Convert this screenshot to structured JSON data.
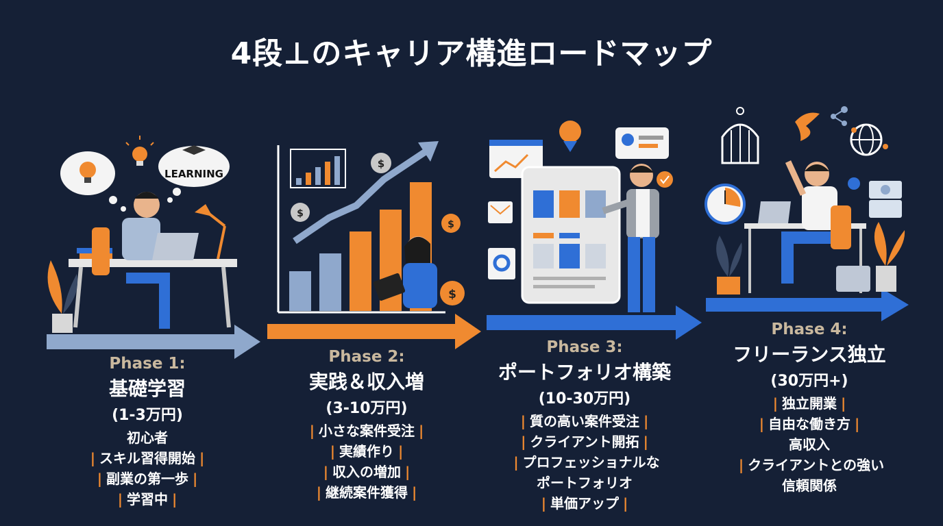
{
  "title": "4段⊥のキャリア構進ロードマップ",
  "bubble_text": "LEARNING",
  "colors": {
    "background": "#152036",
    "orange": "#f08a30",
    "blue": "#2f6fd6",
    "steel": "#8fa8cc",
    "label": "#c9b89e"
  },
  "phases": [
    {
      "label": "Phase 1:",
      "name": "基礎学習",
      "range": "(1-3万円)",
      "items": [
        "初心者",
        "スキル習得開始",
        "副業の第一歩",
        "学習中"
      ]
    },
    {
      "label": "Phase 2:",
      "name": "実践＆収入増",
      "range": "(3-10万円)",
      "items": [
        "小さな案件受注",
        "実績作り",
        "収入の増加",
        "継続案件獲得"
      ]
    },
    {
      "label": "Phase 3:",
      "name": "ポートフォリオ構築",
      "range": "(10-30万円)",
      "items": [
        "質の高い案件受注",
        "クライアント開拓",
        "プロフェッショナルな",
        "ポートフォリオ",
        "単価アップ"
      ]
    },
    {
      "label": "Phase 4:",
      "name": "フリーランス独立",
      "range": "(30万円+)",
      "items": [
        "独立開業",
        "自由な働き方",
        "高収入",
        "クライアントとの強い",
        "信頼関係"
      ]
    }
  ]
}
